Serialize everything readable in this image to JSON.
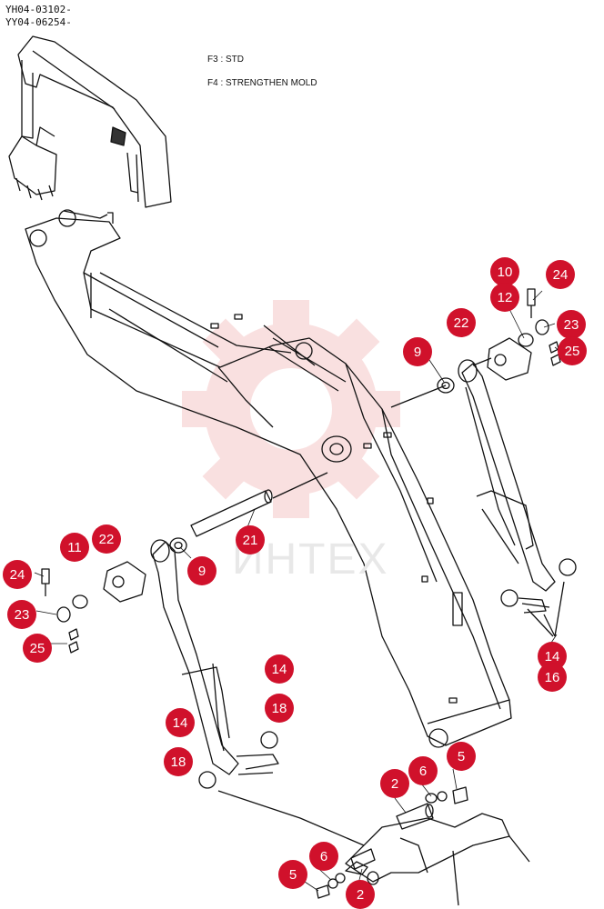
{
  "header": {
    "model_line_1": "YH04-03102-",
    "model_line_2": "YY04-06254-"
  },
  "notes": {
    "f3": "F3 : STD",
    "f4": "F4 : STRENGTHEN MOLD"
  },
  "watermark": {
    "text": "ИНТЕХ",
    "color": "#f4c7c7"
  },
  "callout_color": "#d0112b",
  "callouts": [
    {
      "id": "c1",
      "label": "10"
    },
    {
      "id": "c2",
      "label": "24"
    },
    {
      "id": "c3",
      "label": "12"
    },
    {
      "id": "c4",
      "label": "22"
    },
    {
      "id": "c5",
      "label": "23"
    },
    {
      "id": "c6",
      "label": "25"
    },
    {
      "id": "c7",
      "label": "9"
    },
    {
      "id": "c8",
      "label": "22"
    },
    {
      "id": "c9",
      "label": "11"
    },
    {
      "id": "c10",
      "label": "24"
    },
    {
      "id": "c11",
      "label": "23"
    },
    {
      "id": "c12",
      "label": "25"
    },
    {
      "id": "c13",
      "label": "9"
    },
    {
      "id": "c14",
      "label": "21"
    },
    {
      "id": "c15",
      "label": "14"
    },
    {
      "id": "c16",
      "label": "16"
    },
    {
      "id": "c17",
      "label": "14"
    },
    {
      "id": "c18",
      "label": "18"
    },
    {
      "id": "c19",
      "label": "14"
    },
    {
      "id": "c20",
      "label": "18"
    },
    {
      "id": "c21",
      "label": "6"
    },
    {
      "id": "c22",
      "label": "5"
    },
    {
      "id": "c23",
      "label": "2"
    },
    {
      "id": "c24",
      "label": "6"
    },
    {
      "id": "c25",
      "label": "5"
    },
    {
      "id": "c26",
      "label": "2"
    }
  ]
}
